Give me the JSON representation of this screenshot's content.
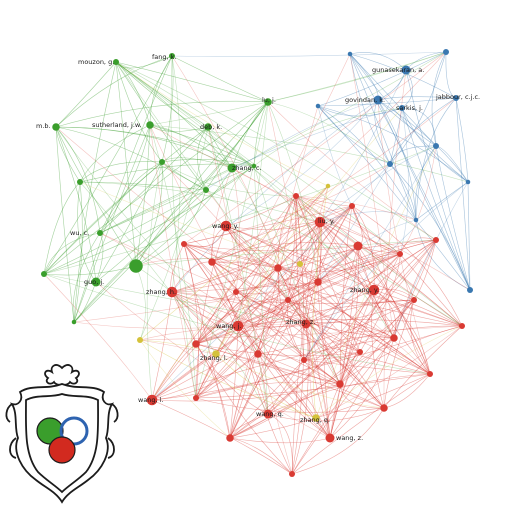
{
  "colors": {
    "green": "#3a9e2c",
    "blue": "#3a78b0",
    "red": "#d93a33",
    "yellow": "#d4c23a"
  },
  "crest": {
    "name": "heraldic-shield-logo",
    "circles": [
      "#3a9e2c",
      "#2e63b0",
      "#d22a1f"
    ]
  },
  "nodes": [
    {
      "id": "g1",
      "label": "mouzon, g.",
      "cluster": "green",
      "size": 4
    },
    {
      "id": "g2",
      "label": "sutherland, j.w.",
      "cluster": "green",
      "size": 5
    },
    {
      "id": "g3",
      "label": "deb, k.",
      "cluster": "green",
      "size": 5
    },
    {
      "id": "g4",
      "label": "zhang, c.",
      "cluster": "green",
      "size": 6
    },
    {
      "id": "g5",
      "label": "m.b.",
      "cluster": "green",
      "size": 5
    },
    {
      "id": "g6",
      "label": "wu, c.",
      "cluster": "green",
      "size": 4
    },
    {
      "id": "g7",
      "label": "",
      "cluster": "green",
      "size": 9
    },
    {
      "id": "g8",
      "label": "guo, j.",
      "cluster": "green",
      "size": 6
    },
    {
      "id": "g9",
      "label": "lu, j.",
      "cluster": "green",
      "size": 5
    },
    {
      "id": "g10",
      "label": "fang, k.",
      "cluster": "green",
      "size": 4
    },
    {
      "id": "g11",
      "label": "",
      "cluster": "green",
      "size": 4
    },
    {
      "id": "g12",
      "label": "",
      "cluster": "green",
      "size": 4
    },
    {
      "id": "g13",
      "label": "",
      "cluster": "green",
      "size": 4
    },
    {
      "id": "g14",
      "label": "",
      "cluster": "green",
      "size": 4
    },
    {
      "id": "g15",
      "label": "",
      "cluster": "green",
      "size": 3
    },
    {
      "id": "g16",
      "label": "",
      "cluster": "green",
      "size": 3
    },
    {
      "id": "b1",
      "label": "gunasekaran, a.",
      "cluster": "blue",
      "size": 6
    },
    {
      "id": "b2",
      "label": "govindan, k.",
      "cluster": "blue",
      "size": 6
    },
    {
      "id": "b3",
      "label": "jabbour, c.j.c.",
      "cluster": "blue",
      "size": 4
    },
    {
      "id": "b4",
      "label": "",
      "cluster": "blue",
      "size": 4
    },
    {
      "id": "b5",
      "label": "sarkis, j.",
      "cluster": "blue",
      "size": 4
    },
    {
      "id": "b6",
      "label": "",
      "cluster": "blue",
      "size": 4
    },
    {
      "id": "b7",
      "label": "",
      "cluster": "blue",
      "size": 4
    },
    {
      "id": "b8",
      "label": "",
      "cluster": "blue",
      "size": 3
    },
    {
      "id": "b9",
      "label": "",
      "cluster": "blue",
      "size": 3
    },
    {
      "id": "b10",
      "label": "",
      "cluster": "blue",
      "size": 3
    },
    {
      "id": "b11",
      "label": "",
      "cluster": "blue",
      "size": 3
    },
    {
      "id": "b12",
      "label": "",
      "cluster": "blue",
      "size": 4
    },
    {
      "id": "r1",
      "label": "liu, y.",
      "cluster": "red",
      "size": 7
    },
    {
      "id": "r2",
      "label": "wang, y.",
      "cluster": "red",
      "size": 7
    },
    {
      "id": "r3",
      "label": "zhang, h.",
      "cluster": "red",
      "size": 7
    },
    {
      "id": "r4",
      "label": "zhang, y.",
      "cluster": "red",
      "size": 7
    },
    {
      "id": "r5",
      "label": "wang, j.",
      "cluster": "red",
      "size": 7
    },
    {
      "id": "r6",
      "label": "zhang, z.",
      "cluster": "red",
      "size": 6
    },
    {
      "id": "r7",
      "label": "wang, l.",
      "cluster": "red",
      "size": 7
    },
    {
      "id": "r8",
      "label": "wang, q.",
      "cluster": "red",
      "size": 6
    },
    {
      "id": "r9",
      "label": "wang, z.",
      "cluster": "red",
      "size": 6
    },
    {
      "id": "r10",
      "label": "",
      "cluster": "red",
      "size": 6
    },
    {
      "id": "r11",
      "label": "",
      "cluster": "red",
      "size": 5
    },
    {
      "id": "r12",
      "label": "",
      "cluster": "red",
      "size": 5
    },
    {
      "id": "r13",
      "label": "",
      "cluster": "red",
      "size": 5
    },
    {
      "id": "r14",
      "label": "",
      "cluster": "red",
      "size": 5
    },
    {
      "id": "r15",
      "label": "",
      "cluster": "red",
      "size": 5
    },
    {
      "id": "r16",
      "label": "",
      "cluster": "red",
      "size": 5
    },
    {
      "id": "r17",
      "label": "",
      "cluster": "red",
      "size": 5
    },
    {
      "id": "r18",
      "label": "",
      "cluster": "red",
      "size": 5
    },
    {
      "id": "r19",
      "label": "",
      "cluster": "red",
      "size": 5
    },
    {
      "id": "r20",
      "label": "",
      "cluster": "red",
      "size": 4
    },
    {
      "id": "r21",
      "label": "",
      "cluster": "red",
      "size": 4
    },
    {
      "id": "r22",
      "label": "",
      "cluster": "red",
      "size": 4
    },
    {
      "id": "r23",
      "label": "",
      "cluster": "red",
      "size": 4
    },
    {
      "id": "r24",
      "label": "",
      "cluster": "red",
      "size": 4
    },
    {
      "id": "r25",
      "label": "",
      "cluster": "red",
      "size": 4
    },
    {
      "id": "r26",
      "label": "",
      "cluster": "red",
      "size": 4
    },
    {
      "id": "r27",
      "label": "",
      "cluster": "red",
      "size": 4
    },
    {
      "id": "r28",
      "label": "",
      "cluster": "red",
      "size": 4
    },
    {
      "id": "r29",
      "label": "",
      "cluster": "red",
      "size": 4
    },
    {
      "id": "r30",
      "label": "",
      "cluster": "red",
      "size": 4
    },
    {
      "id": "r31",
      "label": "",
      "cluster": "red",
      "size": 4
    },
    {
      "id": "r32",
      "label": "",
      "cluster": "red",
      "size": 4
    },
    {
      "id": "r33",
      "label": "",
      "cluster": "red",
      "size": 4
    },
    {
      "id": "y1",
      "label": "zhang, l.",
      "cluster": "yellow",
      "size": 5
    },
    {
      "id": "y2",
      "label": "zhang, q.",
      "cluster": "yellow",
      "size": 5
    },
    {
      "id": "y3",
      "label": "",
      "cluster": "yellow",
      "size": 4
    },
    {
      "id": "y4",
      "label": "",
      "cluster": "yellow",
      "size": 4
    },
    {
      "id": "y5",
      "label": "",
      "cluster": "yellow",
      "size": 3
    }
  ]
}
